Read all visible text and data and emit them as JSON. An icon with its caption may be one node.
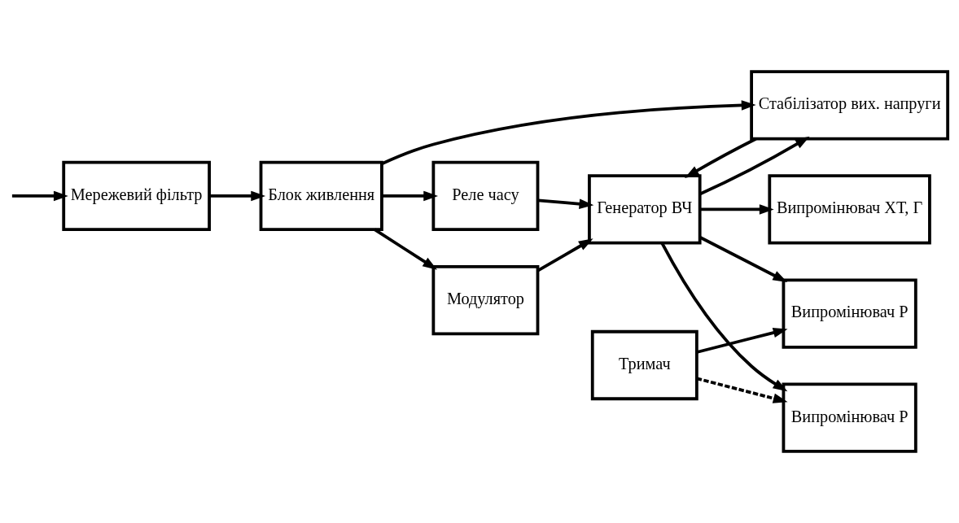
{
  "diagram": {
    "nodes": [
      {
        "text": [
          "Блок живлення"
        ]
      },
      {
        "text": [
          "Мережевий фільтр"
        ]
      },
      {
        "text": [
          "Модулятор"
        ]
      },
      {
        "text": [
          "Реле часу"
        ]
      },
      {
        "text": [
          "Генератор ВЧ"
        ]
      },
      {
        "text": [
          "Стабілізатор вих. напруги"
        ]
      },
      {
        "text": [
          "Випромінювач ХТ, Г"
        ]
      },
      {
        "text": [
          "Випромінювач Р"
        ]
      },
      {
        "text": [
          "Тримач"
        ]
      },
      {
        "text": [
          "Випромінювач Р"
        ]
      }
    ],
    "edges": [
      {
        "from": null,
        "to": 1,
        "arrow": "to"
      },
      {
        "from": 1,
        "to": 0,
        "arrow": "to"
      },
      {
        "from": 0,
        "to": 2,
        "arrow": "to"
      },
      {
        "from": 0,
        "to": 3,
        "arrow": "to"
      },
      {
        "from": 0,
        "to": 5,
        "arrow": "to"
      },
      {
        "from": 2,
        "to": 4,
        "arrow": "to"
      },
      {
        "from": 3,
        "to": 4,
        "arrow": "to"
      },
      {
        "from": 4,
        "to": 5,
        "arrow": "to"
      },
      {
        "from": 5,
        "to": 4,
        "arrow": "to"
      },
      {
        "from": 4,
        "to": 6,
        "arrow": "to"
      },
      {
        "from": 4,
        "to": 7,
        "arrow": "to"
      },
      {
        "from": 4,
        "to": 9,
        "arrow": "to"
      },
      {
        "from": 8,
        "to": 7,
        "arrow": "to"
      },
      {
        "from": 8,
        "to": 9,
        "arrow": "to",
        "style": "dashed"
      }
    ]
  }
}
